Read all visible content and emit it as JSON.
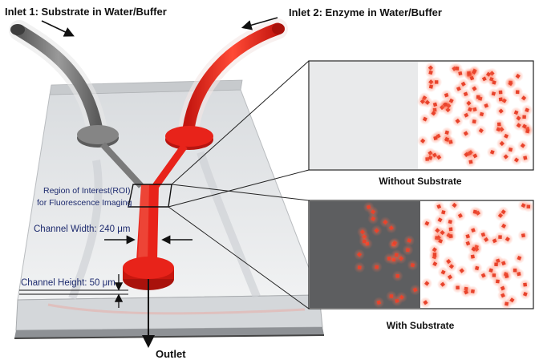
{
  "labels": {
    "inlet1": "Inlet 1: Substrate in Water/Buffer",
    "inlet2": "Inlet 2: Enzyme in Water/Buffer",
    "roi_line1": "Region of Interest(ROI)",
    "roi_line2": "for Fluorescence Imaging",
    "channel_width": "Channel Width: 240 μm",
    "channel_height": "Channel Height: 50 μm",
    "outlet": "Outlet",
    "panel_top_caption": "Without Substrate",
    "panel_bottom_caption": "With Substrate"
  },
  "colors": {
    "enzyme_red": "#e8231a",
    "substrate_gray": "#6b6b6b",
    "annotation_blue": "#1d2a6e",
    "particle_red": "#e8432c"
  }
}
